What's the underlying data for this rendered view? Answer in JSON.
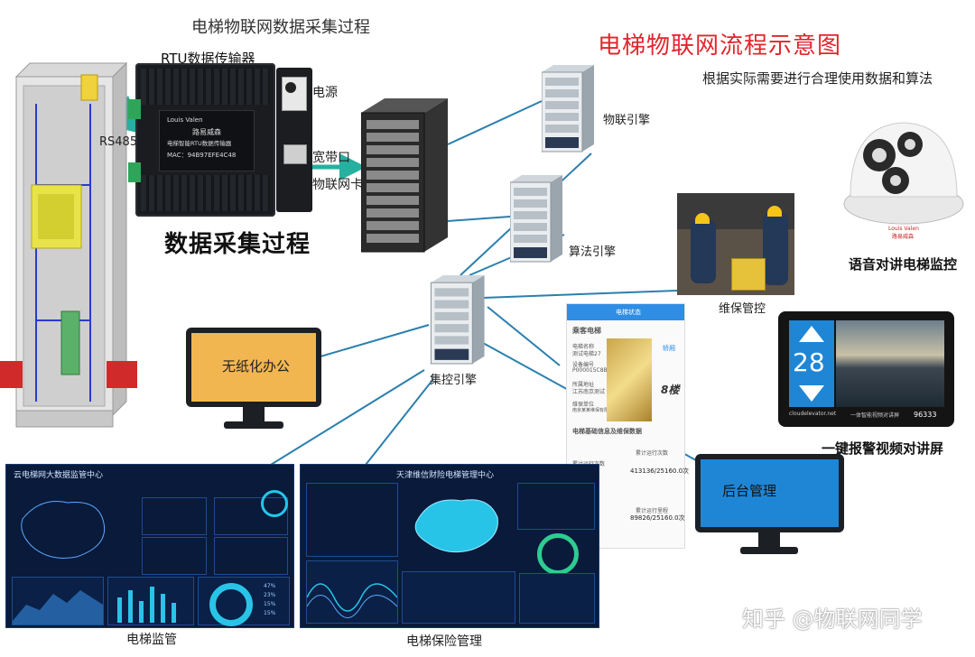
{
  "header": {
    "collection_title": "电梯物联网数据采集过程",
    "main_title": "电梯物联网流程示意图",
    "subtitle": "根据实际需要进行合理使用数据和算法"
  },
  "rtu": {
    "title": "RTU数据传输器",
    "rs485": "RS485",
    "power": "电源",
    "broadband": "宽带口",
    "iot_card": "物联网卡",
    "brand": "Louis Valen",
    "name_cn": "路易威森",
    "model": "电梯智能RTU数据传输器",
    "mac": "MAC：94B97EFE4C48"
  },
  "process_label": "数据采集过程",
  "servers": {
    "iot_engine": "物联引擎",
    "algo_engine": "算法引擎",
    "central_engine": "集控引擎"
  },
  "devices": {
    "paperless": "无纸化办公",
    "backend": "后台管理",
    "camera_brand": "Louis Valen",
    "camera_cn": "路易威森",
    "voice_monitor": "语音对讲电梯监控",
    "maintenance": "维保管控",
    "alarm_screen": "一键报警视频对讲屏",
    "floor_number": "28",
    "alarm_phone": "96333",
    "alarm_site": "cloudelevator.net",
    "alarm_caption": "一体智能视频对讲屏"
  },
  "phone_app": {
    "header": "电梯状态",
    "section": "乘客电梯",
    "field1": "电梯名称",
    "value1": "测试电梯27",
    "field2": "设备编号",
    "value2": "P000015C8BF537",
    "field3": "所属地址",
    "value3": "江苏南京测试",
    "field4": "维保单位",
    "value4": "南京某某维保有限公司",
    "action": "轿厢",
    "floor": "8楼",
    "info_title": "电梯基础信息及维保数据",
    "stat1_label": "累计运行次数",
    "stat1": "413136/25160.0次",
    "stat2_label": "累计运行里程",
    "stat2": "89826/25160.0次"
  },
  "dashboard1": {
    "title": "云电梯网大数据监管中心",
    "caption": "电梯监管",
    "legend": [
      "47%",
      "23%",
      "15%",
      "15%"
    ]
  },
  "dashboard2": {
    "title": "天津维信财险电梯管理中心",
    "caption": "电梯保险管理"
  },
  "watermark": "知乎 @物联网同学",
  "colors": {
    "accent_red": "#e0262e",
    "arrow_teal": "#26b0a0",
    "line_blue": "#2b7fae",
    "screen_yellow": "#f2b650",
    "screen_blue": "#1f86d6",
    "dash_dark": "#0a1a3a",
    "dash_cyan": "#27c4e8"
  }
}
